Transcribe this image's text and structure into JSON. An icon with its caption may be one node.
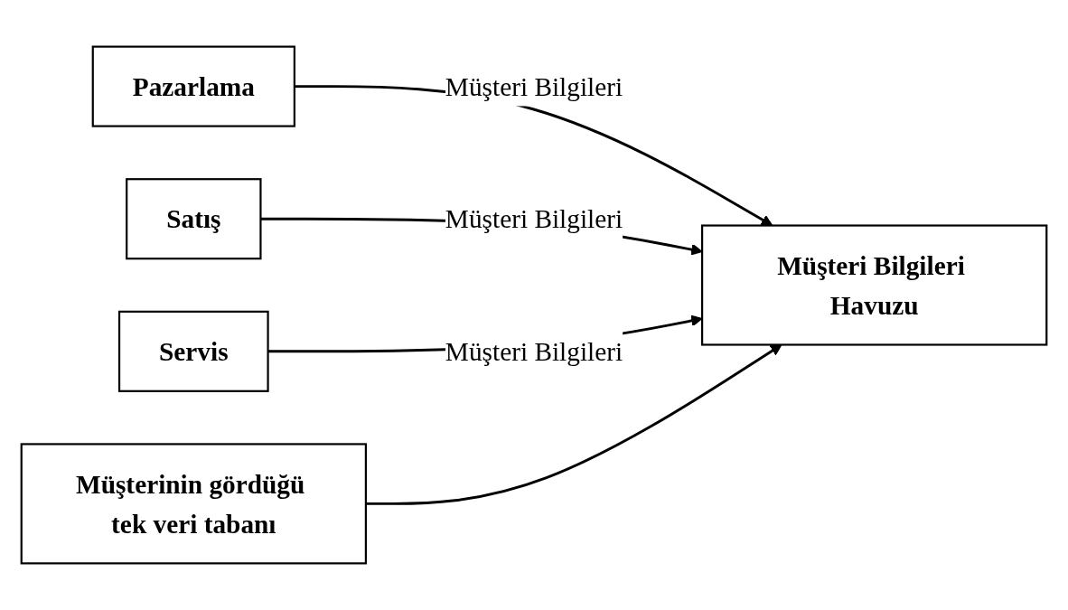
{
  "diagram": {
    "nodes": [
      {
        "text": [
          "Pazarlama"
        ]
      },
      {
        "text": [
          "Satış"
        ]
      },
      {
        "text": [
          "Servis"
        ]
      },
      {
        "text": [
          "Müşteri Bilgileri Havuzu"
        ]
      },
      {
        "text": [
          "Müşterinin gördüğü tek veri tabanı"
        ]
      }
    ],
    "edges": [
      {
        "from": 0,
        "to": 3,
        "arrow": "to",
        "label": "Müşteri Bilgileri"
      },
      {
        "from": 1,
        "to": 3,
        "arrow": "to",
        "label": "Müşteri Bilgileri"
      },
      {
        "from": 2,
        "to": 3,
        "arrow": "to",
        "label": "Müşteri Bilgileri"
      },
      {
        "from": 4,
        "to": 3,
        "arrow": "to"
      }
    ]
  }
}
